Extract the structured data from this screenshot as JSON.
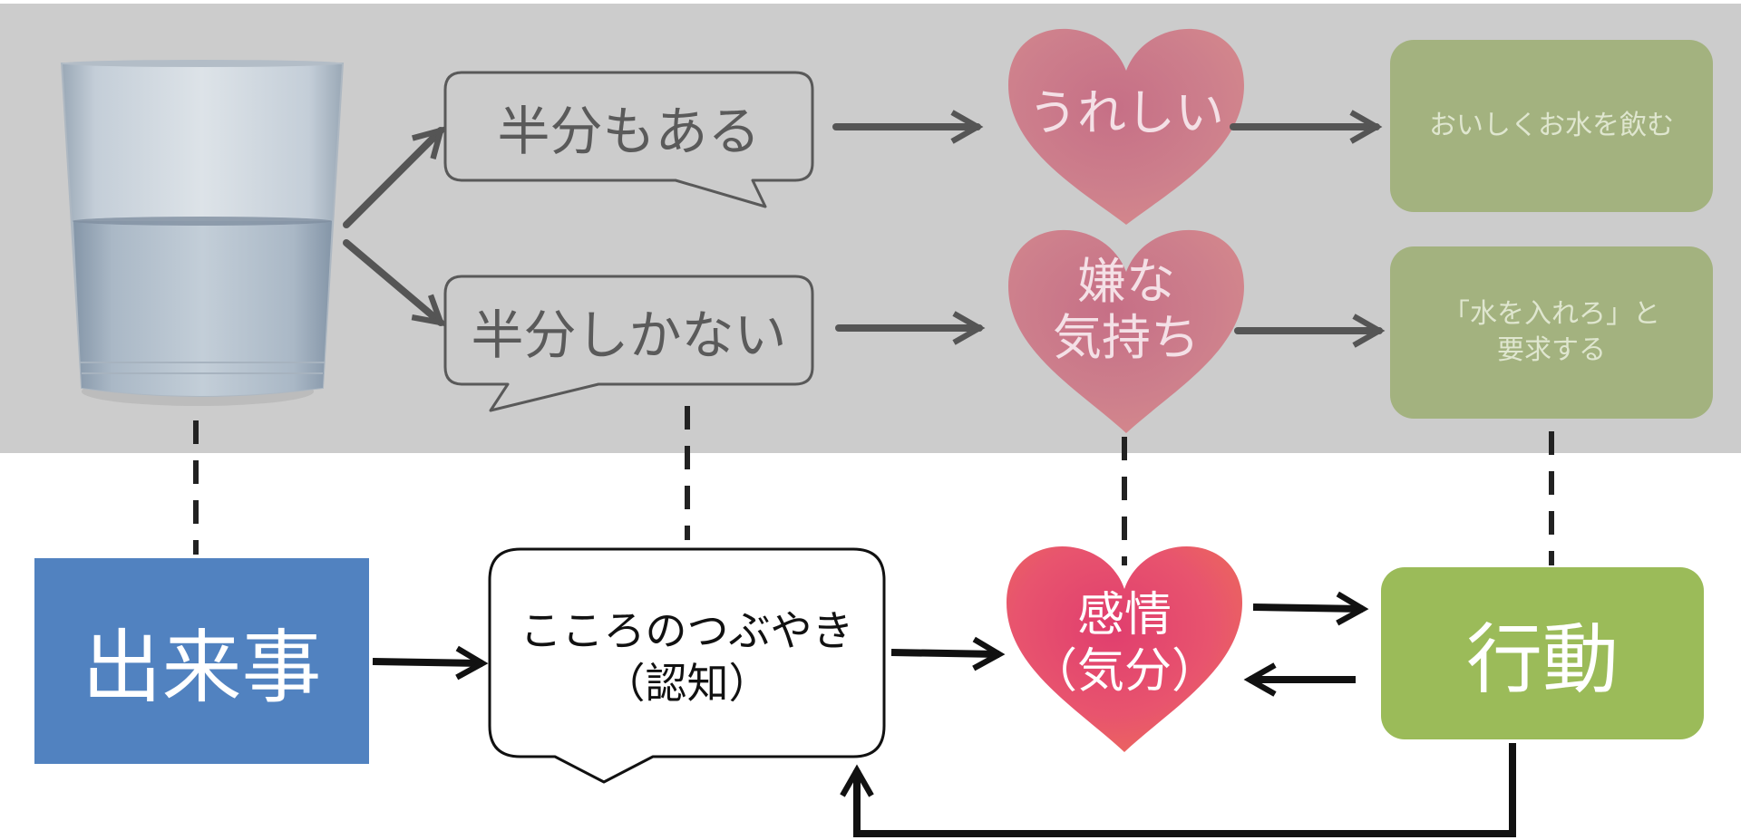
{
  "top_row_1": {
    "thought": "半分もある",
    "emotion": "うれしい",
    "behavior": "おいしくお水を飲む"
  },
  "top_row_2": {
    "thought": "半分しかない",
    "emotion": [
      "嫌な",
      "気持ち"
    ],
    "behavior": [
      "「水を入れろ」と",
      "要求する"
    ]
  },
  "bottom": {
    "event": "出来事",
    "cognition": [
      "こころのつぶやき",
      "（認知）"
    ],
    "emotion": [
      "感情",
      "（気分）"
    ],
    "behavior": "行動"
  },
  "colors": {
    "top_band": "#cccccc",
    "event_box": "#5182c0",
    "behavior_box": "#9bbb59",
    "behavior_box_faded": "#a3b27f",
    "heart": "#e8546e",
    "heart_faded": "#cd7f8c",
    "gray_arrow": "#555555",
    "black_arrow": "#111111"
  },
  "icons": {
    "glass": "water-glass-half-full-icon",
    "heart": "heart-icon"
  }
}
